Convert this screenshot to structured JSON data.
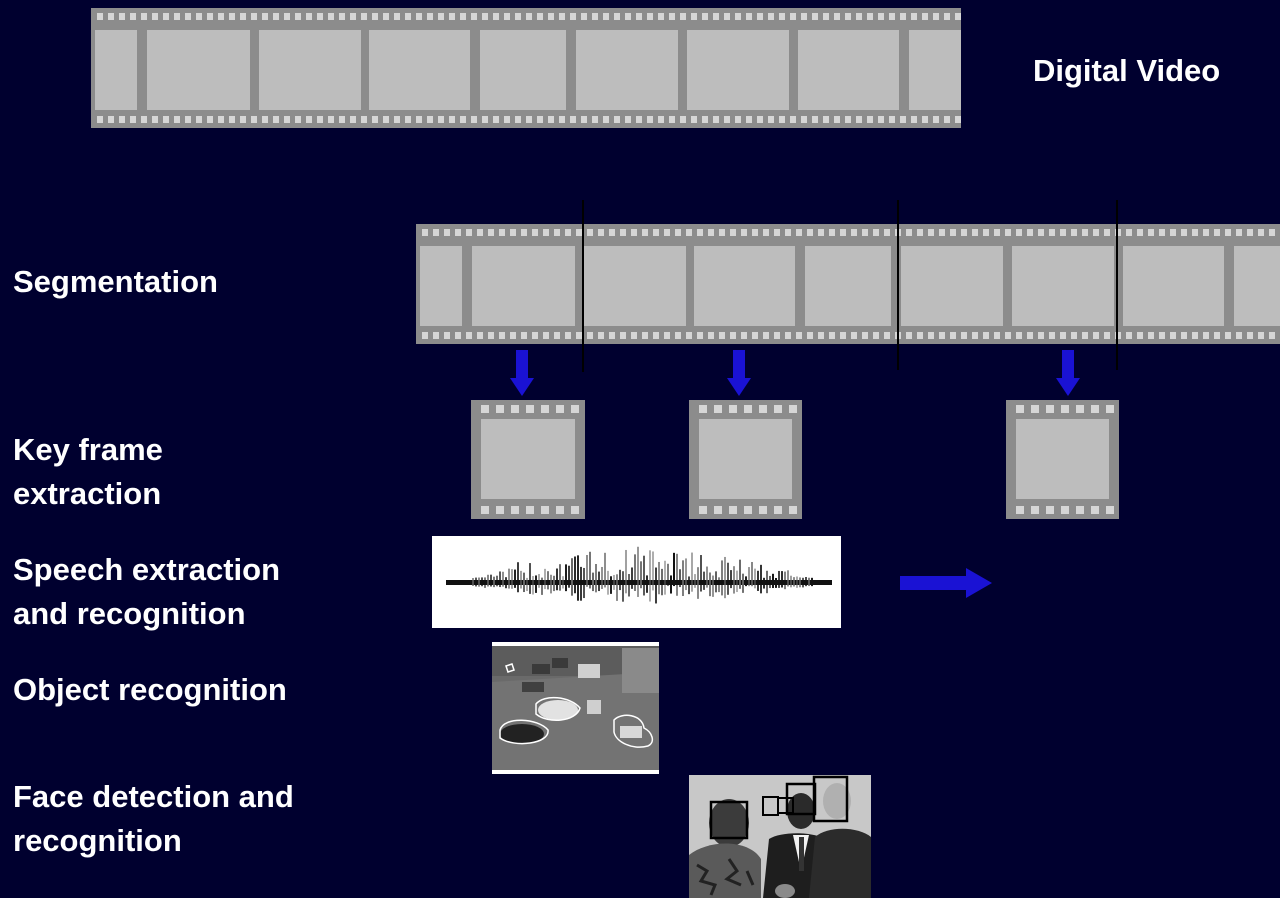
{
  "labels": {
    "digital_video": "Digital Video",
    "segmentation": "Segmentation",
    "key_frame": "Key frame\nextraction",
    "speech": "Speech extraction\nand recognition",
    "object": "Object recognition",
    "face": "Face detection and\nrecognition"
  },
  "colors": {
    "background": "#00002f",
    "film": "#bdbdbd",
    "film_frame": "#8c8c8c",
    "arrow": "#1a12d4",
    "text": "#ffffff"
  },
  "icons": {
    "film_strip": "film-strip-icon",
    "key_frame": "film-frame-icon",
    "waveform": "audio-waveform-image",
    "street_scene": "street-scene-image",
    "faces": "faces-image",
    "arrow_down": "arrow-down-icon",
    "arrow_right": "arrow-right-icon"
  }
}
